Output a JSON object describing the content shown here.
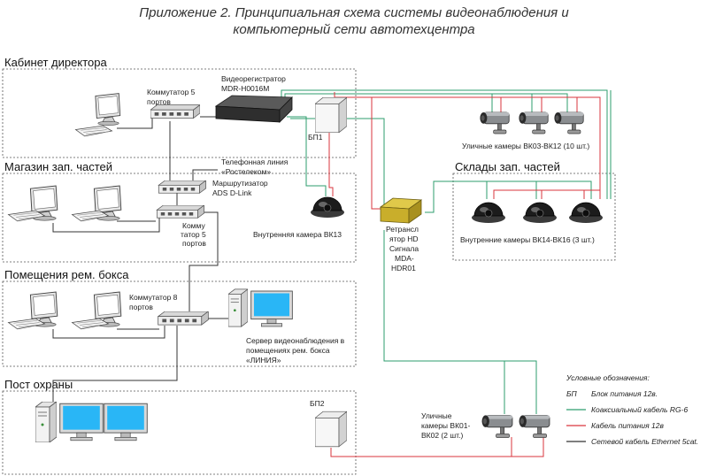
{
  "title": {
    "line1": "Приложение 2. Принципиальная схема системы видеонаблюдения и",
    "line2": "компьютерный сети автотехцентра"
  },
  "zones": {
    "director": "Кабинет директора",
    "shop": "Магазин зап. частей",
    "repair": "Помещения рем. бокса",
    "guard": "Пост охраны",
    "warehouse": "Склады зап. частей"
  },
  "labels": {
    "switch5_director": [
      "Коммутатор 5",
      "портов"
    ],
    "dvr": [
      "Видеорегистратор",
      "MDR-H0016M"
    ],
    "psu1": "БП1",
    "phone_line": [
      "Телефонная линия",
      "«Ростелеком»"
    ],
    "router": [
      "Маршрутизатор",
      "ADS D-Link"
    ],
    "switch5_shop": [
      "Комму",
      "татор 5",
      "портов"
    ],
    "cam_indoor_bk13": "Внутренняя камера ВК13",
    "street_cams_top": "Уличные камеры ВК03-ВК12 (10 шт.)",
    "indoor_cams_wh": "Внутренние камеры ВК14-ВК16 (3 шт.)",
    "repeater": [
      "Ретрансл",
      "ятор HD",
      "Сигнала",
      "MDA-",
      "HDR01"
    ],
    "switch8": [
      "Коммутатор 8",
      "портов"
    ],
    "server": [
      "Сервер видеонаблюдения в",
      "помещениях рем. бокса",
      "«ЛИНИЯ»"
    ],
    "psu2": "БП2",
    "street_cams_bottom": [
      "Уличные",
      "камеры ВК01-",
      "ВК02 (2 шт.)"
    ]
  },
  "legend": {
    "title": "Условные обозначения:",
    "items": [
      {
        "symbol": "БП",
        "text": "Блок питания 12в."
      },
      {
        "symbol": "",
        "text": "Коаксиальный кабель RG-6",
        "color": "#2e9e6e"
      },
      {
        "symbol": "",
        "text": "Кабель питания 12в",
        "color": "#d9363e"
      },
      {
        "symbol": "",
        "text": "Сетевой кабель Ethernet 5cat.",
        "color": "#333333"
      }
    ]
  },
  "colors": {
    "coax": "#2e9e6e",
    "power": "#d9363e",
    "ethernet": "#333333"
  }
}
